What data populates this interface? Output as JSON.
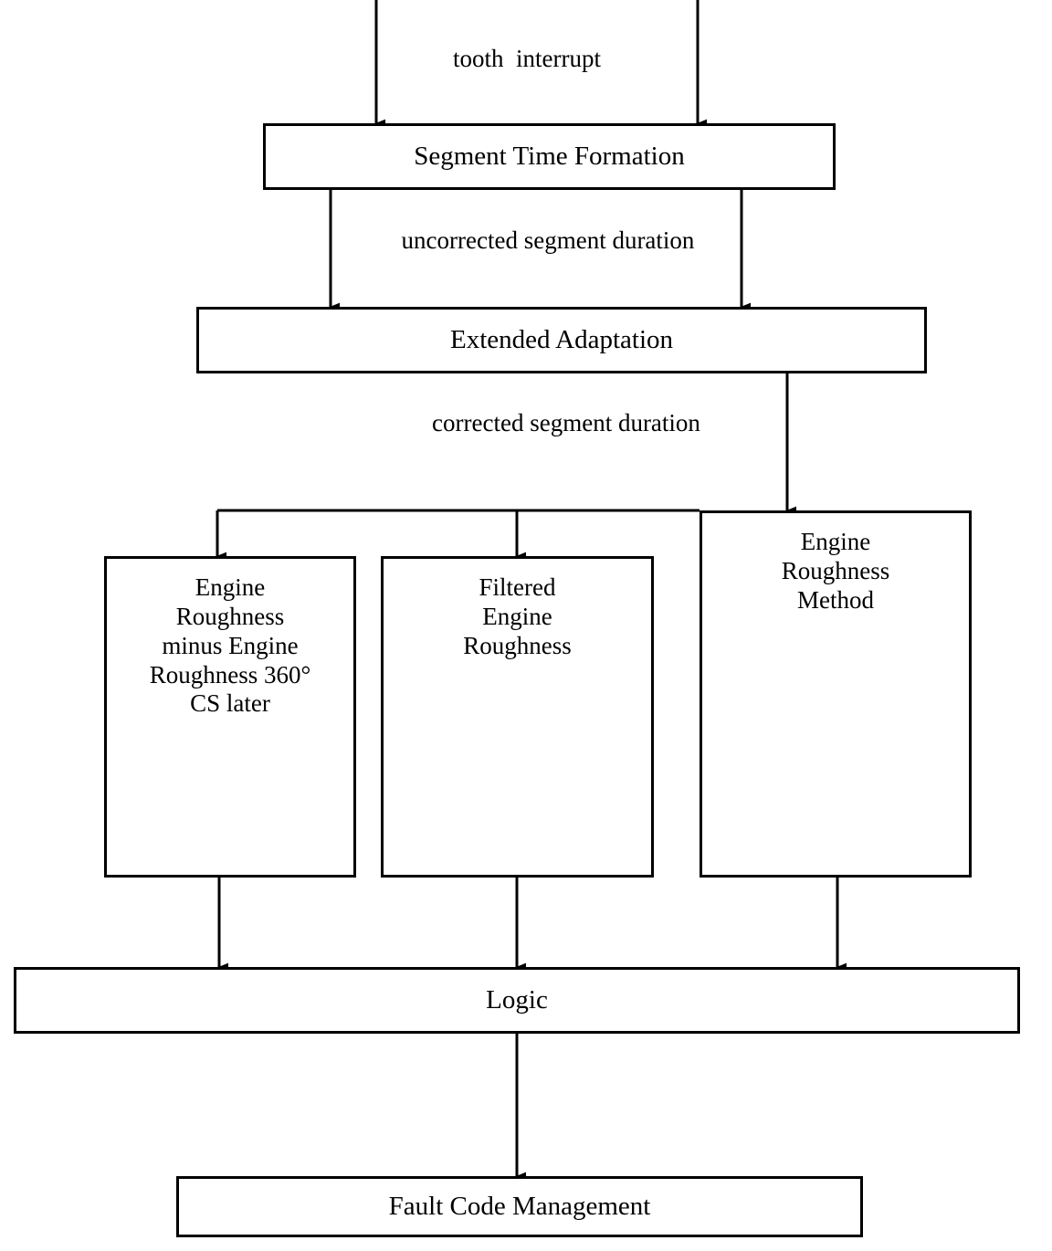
{
  "diagram": {
    "title": "Engine Roughness Misfire Detection Flowchart",
    "background": "#ffffff",
    "line_color": "#000000",
    "nodes": {
      "segment_time_formation": "Segment Time Formation",
      "extended_adaptation": "Extended Adaptation",
      "engine_roughness_diff": "Engine\nRoughness\nminus Engine\nRoughness 360°\nCS later",
      "filtered_engine_roughness": "Filtered\nEngine\nRoughness",
      "engine_roughness_method": "Engine\nRoughness\nMethod",
      "logic": "Logic",
      "fault_code_management": "Fault Code Management"
    },
    "edge_labels": {
      "tooth_interrupt": "tooth  interrupt",
      "uncorrected_segment_duration": "uncorrected segment duration",
      "corrected_segment_duration": "corrected segment duration"
    }
  }
}
